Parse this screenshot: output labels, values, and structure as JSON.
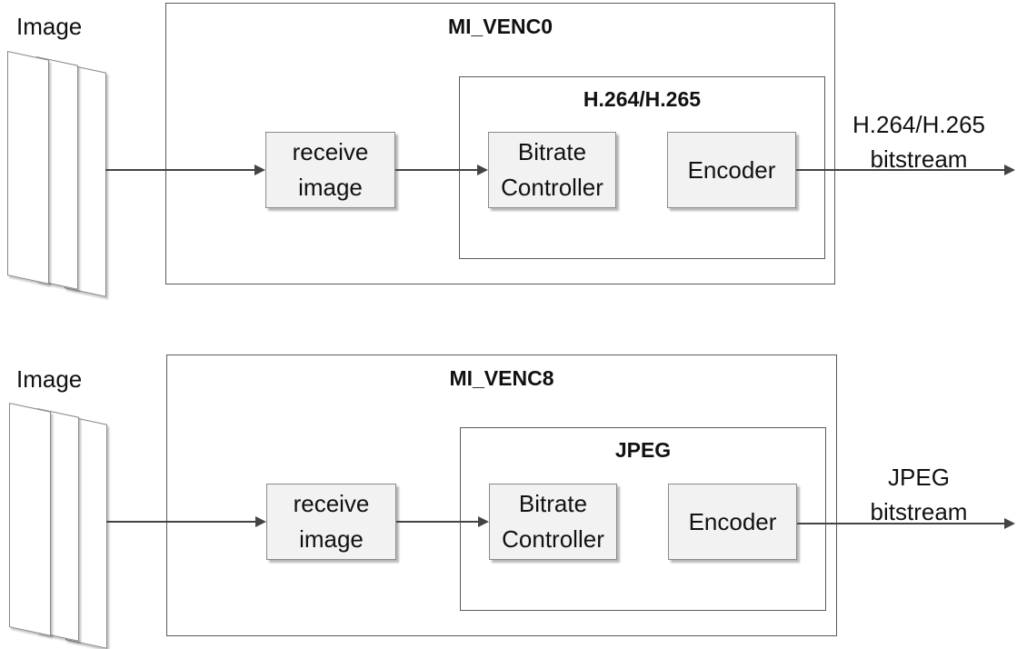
{
  "pipelines": [
    {
      "input_label": "Image",
      "module_title": "MI_VENC0",
      "codec_title": "H.264/H.265",
      "receive_box": {
        "line1": "receive",
        "line2": "image"
      },
      "bitrate_box": {
        "line1": "Bitrate",
        "line2": "Controller"
      },
      "encoder_box": "Encoder",
      "output_label": {
        "line1": "H.264/H.265",
        "line2": "bitstream"
      }
    },
    {
      "input_label": "Image",
      "module_title": "MI_VENC8",
      "codec_title": "JPEG",
      "receive_box": {
        "line1": "receive",
        "line2": "image"
      },
      "bitrate_box": {
        "line1": "Bitrate",
        "line2": "Controller"
      },
      "encoder_box": "Encoder",
      "output_label": {
        "line1": "JPEG",
        "line2": "bitstream"
      }
    }
  ],
  "colors": {
    "stroke": "#444444",
    "box_fill": "#f2f2f2",
    "border": "#5a5a5a"
  }
}
